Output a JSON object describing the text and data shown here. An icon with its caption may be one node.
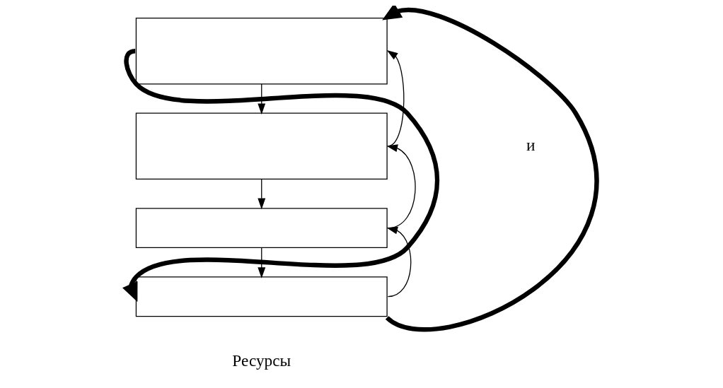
{
  "diagram": {
    "nodes": [
      {
        "text": [],
        "shape": "box"
      },
      {
        "text": [],
        "shape": "box"
      },
      {
        "text": [],
        "shape": "box"
      },
      {
        "text": [],
        "shape": "box"
      }
    ],
    "edges": [
      {
        "from": 0,
        "to": 1,
        "arrow": "to"
      },
      {
        "from": 1,
        "to": 2,
        "arrow": "to"
      },
      {
        "from": 2,
        "to": 3,
        "arrow": "to"
      },
      {
        "from": 1,
        "to": 0,
        "arrow": "to"
      },
      {
        "from": 2,
        "to": 1,
        "arrow": "to"
      },
      {
        "from": 3,
        "to": 2,
        "arrow": "to"
      },
      {
        "from": 0,
        "to": 3,
        "arrow": "to",
        "style": "thick"
      },
      {
        "from": 3,
        "to": 0,
        "arrow": "to",
        "style": "thick"
      }
    ],
    "labels": [
      "и",
      "Ресурсы"
    ]
  }
}
